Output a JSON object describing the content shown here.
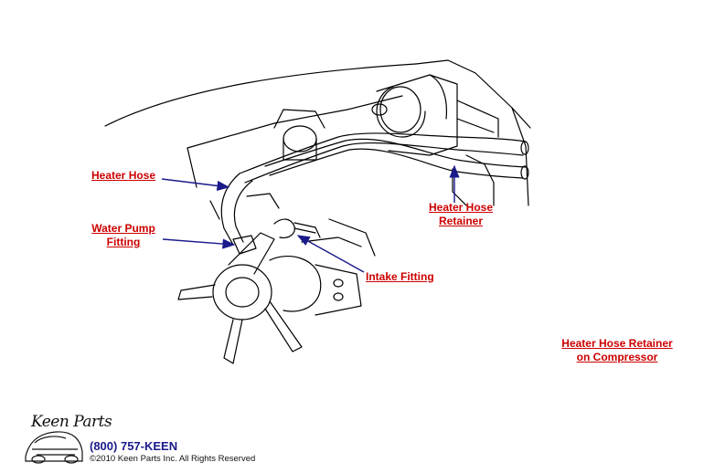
{
  "labels": {
    "heater_hose": "Heater Hose",
    "water_pump_fitting_line1": "Water Pump",
    "water_pump_fitting_line2": "Fitting",
    "heater_hose_retainer_line1": "Heater Hose",
    "heater_hose_retainer_line2": "Retainer",
    "intake_fitting": "Intake Fitting",
    "retainer_on_compressor_line1": "Heater Hose Retainer",
    "retainer_on_compressor_line2": "on Compressor"
  },
  "footer": {
    "logo_text": "Keen Parts",
    "phone": "(800) 757-KEEN",
    "copyright": "©2010 Keen Parts Inc. All Rights Reserved"
  },
  "colors": {
    "link_red": "#cc0000",
    "arrow_blue": "#1a1a8a",
    "line_art": "#000000"
  }
}
